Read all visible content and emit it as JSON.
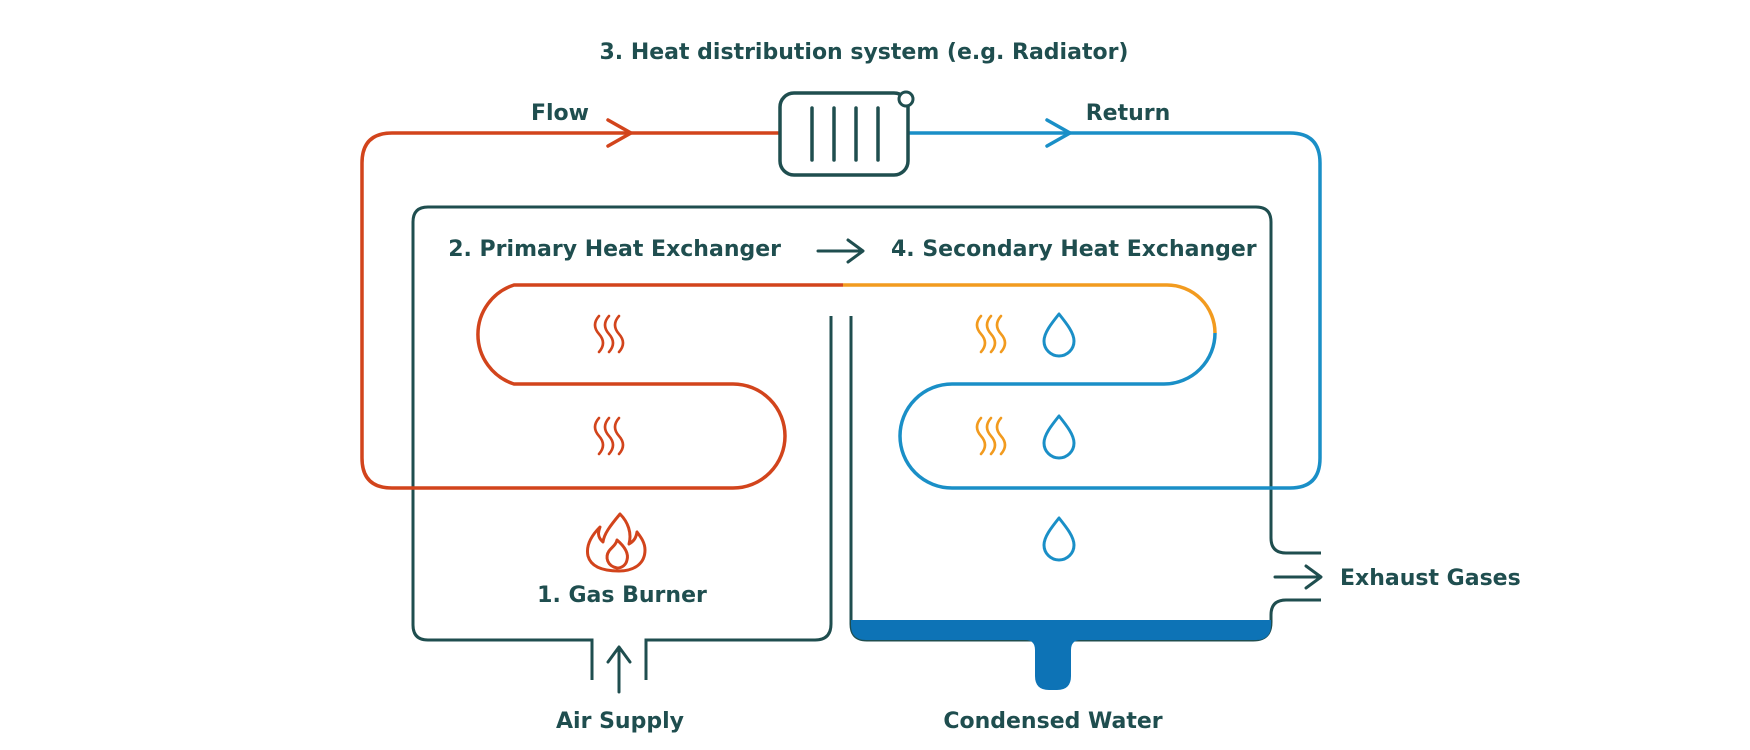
{
  "labels": {
    "heat_distribution": "3. Heat distribution system (e.g. Radiator)",
    "flow": "Flow",
    "return": "Return",
    "primary_hx": "2. Primary Heat Exchanger",
    "secondary_hx": "4. Secondary Heat Exchanger",
    "gas_burner": "1. Gas Burner",
    "exhaust_gases": "Exhaust Gases",
    "air_supply": "Air Supply",
    "condensed_water": "Condensed Water"
  },
  "colors": {
    "outline": "#1f4e4f",
    "hot": "#d2441c",
    "warm": "#f29b1f",
    "cold": "#1a8fc7",
    "water": "#0d73b6"
  },
  "icons": {
    "radiator": "radiator-icon",
    "heat_waves": "heat-waves-icon",
    "water_drop": "water-drop-icon",
    "flame": "flame-icon",
    "arrow": "arrow-right-icon"
  }
}
